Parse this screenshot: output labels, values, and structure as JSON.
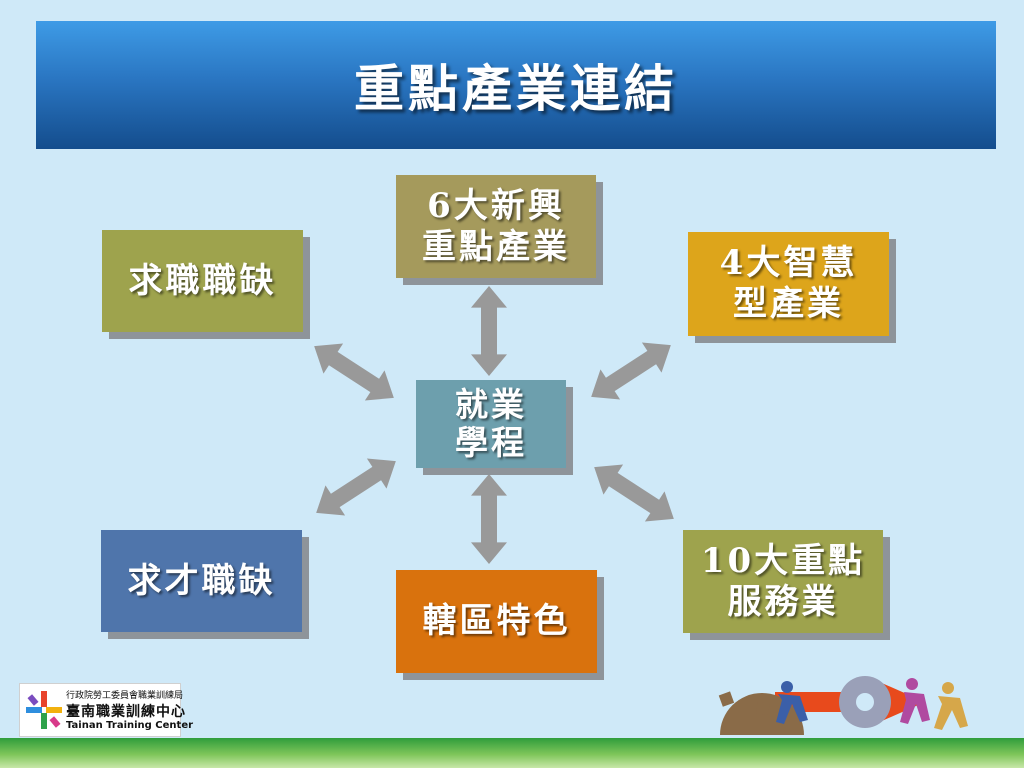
{
  "slide": {
    "title": "重點產業連結"
  },
  "nodes": {
    "center": {
      "lines": [
        "就業",
        "學程"
      ],
      "color": "#6d9fad"
    },
    "top": {
      "lines": [
        "6大新興",
        "重點產業"
      ],
      "color": "#a59a5c"
    },
    "top_left": {
      "lines": [
        "求職職缺"
      ],
      "color": "#9ea34d"
    },
    "top_right": {
      "lines": [
        "4大智慧",
        "型產業"
      ],
      "color": "#dda51b"
    },
    "bottom_left": {
      "lines": [
        "求才職缺"
      ],
      "color": "#4f75ab"
    },
    "bottom": {
      "lines": [
        "轄區特色"
      ],
      "color": "#d9720d"
    },
    "bottom_right": {
      "lines": [
        "10大重點",
        "服務業"
      ],
      "color": "#9ea34d"
    }
  },
  "logo": {
    "agency": "行政院勞工委員會職業訓練局",
    "center_name": "臺南職業訓練中心",
    "english_name": "Tainan Training Center"
  },
  "colors": {
    "arrow": "#999999",
    "header_top": "#3e9be6",
    "header_bottom": "#144d8d",
    "background": "#cfe9f8"
  }
}
